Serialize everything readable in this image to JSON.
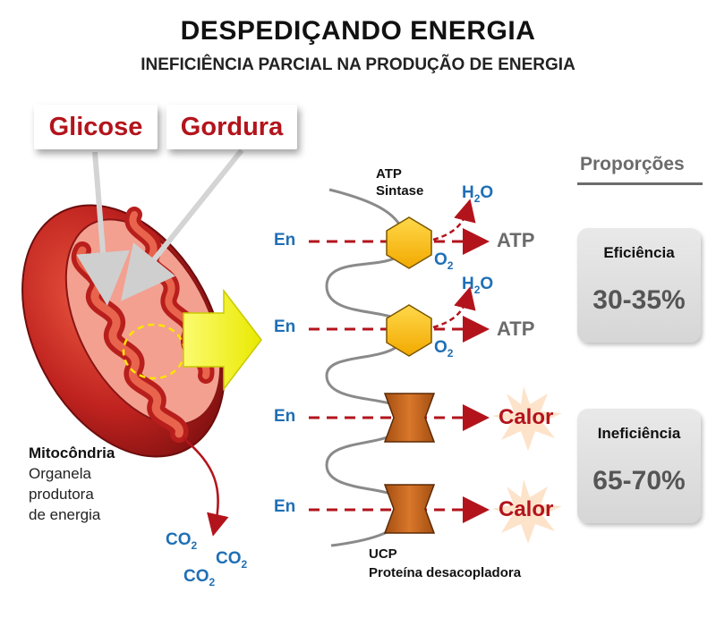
{
  "header": {
    "title": "DESPEDIÇANDO ENERGIA",
    "subtitle": "INEFICIÊNCIA PARCIAL NA PRODUÇÃO DE ENERGIA"
  },
  "inputs": {
    "glucose": "Glicose",
    "fat": "Gordura"
  },
  "mitochondrion": {
    "name": "Mitocôndria",
    "desc1": "Organela",
    "desc2": "produtora",
    "desc3": "de energia"
  },
  "byproduct": {
    "co2": "CO",
    "co2_sub": "2"
  },
  "chain": {
    "atp_synthase_1": "ATP",
    "atp_synthase_2": "Sintase",
    "ucp_1": "UCP",
    "ucp_2": "Proteína desacopladora",
    "energy": "En",
    "water": "H",
    "water_sub": "2",
    "water_o": "O",
    "oxygen": "O",
    "oxygen_sub": "2",
    "atp": "ATP",
    "heat": "Calor"
  },
  "proportions": {
    "title": "Proporções",
    "efficiency_label": "Eficiência",
    "efficiency_value": "30-35%",
    "inefficiency_label": "Ineficiência",
    "inefficiency_value": "65-70%"
  },
  "colors": {
    "mito_red": "#c0231f",
    "arrow_red": "#b3141c",
    "atp_gold": "#f7b500",
    "ucp_orange": "#c8641a",
    "label_blue": "#1f6fb5",
    "yellow_arrow": "#f2f21c"
  }
}
